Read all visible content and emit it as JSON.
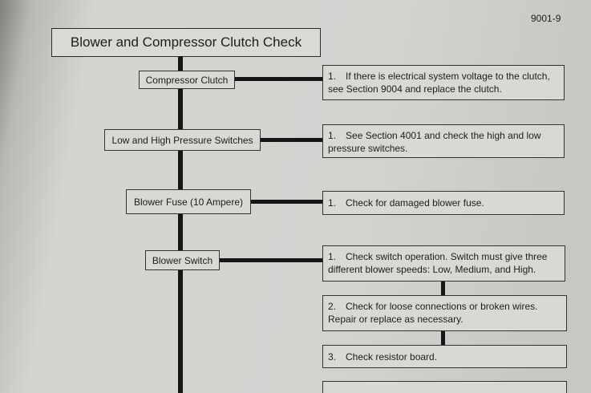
{
  "header": {
    "page_number": "9001-9",
    "title": "Blower and Compressor Clutch Check"
  },
  "checks": [
    {
      "label": "Compressor Clutch",
      "steps": [
        {
          "number": "1.",
          "text": "If there is electrical system voltage to the clutch, see Section 9004 and replace the clutch."
        }
      ]
    },
    {
      "label": "Low and High Pressure Switches",
      "steps": [
        {
          "number": "1.",
          "text": "See Section 4001 and check the high and low pressure switches."
        }
      ]
    },
    {
      "label": "Blower Fuse (10 Ampere)",
      "steps": [
        {
          "number": "1.",
          "text": "Check for damaged blower fuse."
        }
      ]
    },
    {
      "label": "Blower Switch",
      "steps": [
        {
          "number": "1.",
          "text": "Check switch operation. Switch must give three different blower speeds: Low, Medium, and High."
        },
        {
          "number": "2.",
          "text": "Check for loose connections or broken wires. Repair or replace as necessary."
        },
        {
          "number": "3.",
          "text": "Check resistor board."
        }
      ]
    }
  ]
}
